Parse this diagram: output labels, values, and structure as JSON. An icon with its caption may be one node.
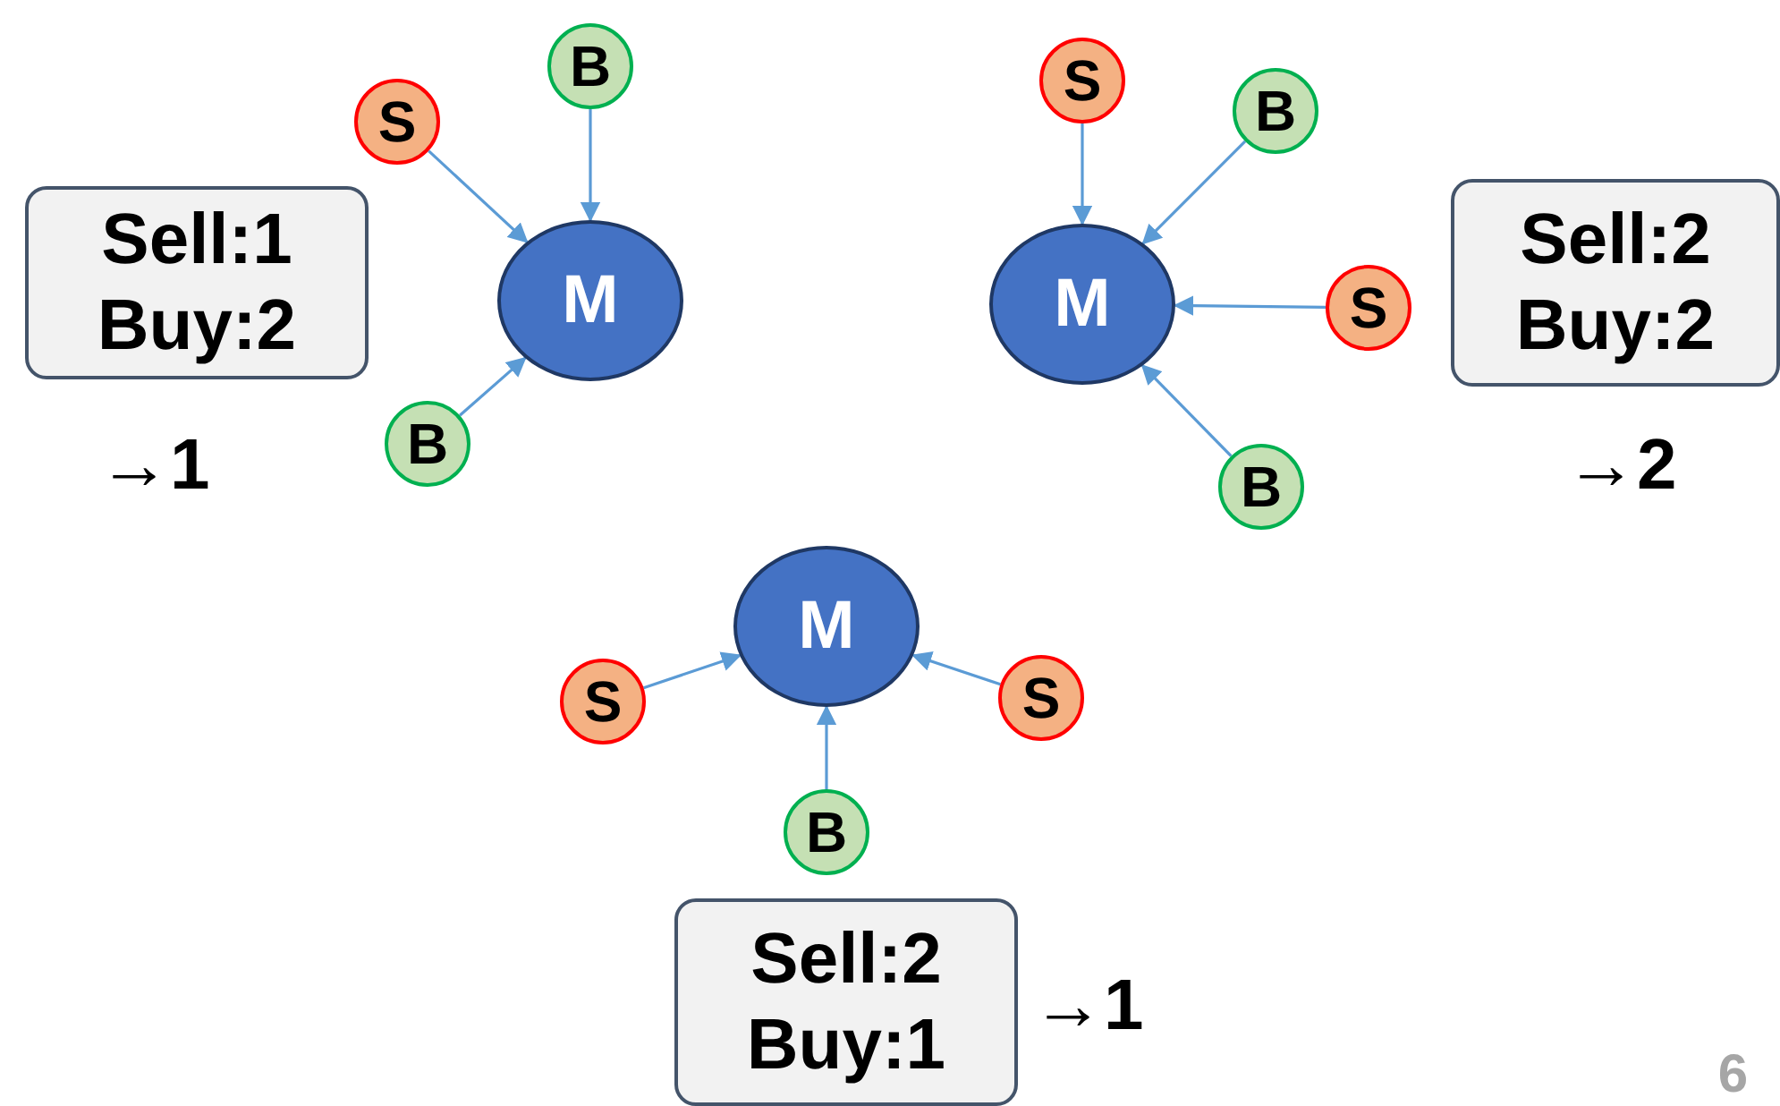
{
  "diagram": {
    "nodes": [
      {
        "text": [
          "Sell:1",
          "Buy:2"
        ],
        "beside": [
          "→1"
        ]
      },
      {
        "text": [
          "S"
        ]
      },
      {
        "text": [
          "B"
        ]
      },
      {
        "text": [
          "M"
        ]
      },
      {
        "text": [
          "B"
        ]
      },
      {
        "text": [
          "S"
        ]
      },
      {
        "text": [
          "B"
        ]
      },
      {
        "text": [
          "M"
        ]
      },
      {
        "text": [
          "S"
        ]
      },
      {
        "text": [
          "B"
        ]
      },
      {
        "text": [
          "Sell:2",
          "Buy:2"
        ],
        "beside": [
          "→2"
        ]
      },
      {
        "text": [
          "M"
        ]
      },
      {
        "text": [
          "S"
        ]
      },
      {
        "text": [
          "S"
        ]
      },
      {
        "text": [
          "B"
        ]
      },
      {
        "text": [
          "Sell:2",
          "Buy:1"
        ],
        "beside": [
          "→1"
        ]
      }
    ],
    "edges": [
      {
        "from": 1,
        "to": 3,
        "arrow": "to"
      },
      {
        "from": 2,
        "to": 3,
        "arrow": "to"
      },
      {
        "from": 4,
        "to": 3,
        "arrow": "to"
      },
      {
        "from": 5,
        "to": 7,
        "arrow": "to"
      },
      {
        "from": 6,
        "to": 7,
        "arrow": "to"
      },
      {
        "from": 8,
        "to": 7,
        "arrow": "to"
      },
      {
        "from": 9,
        "to": 7,
        "arrow": "to"
      },
      {
        "from": 12,
        "to": 11,
        "arrow": "to"
      },
      {
        "from": 13,
        "to": 11,
        "arrow": "to"
      },
      {
        "from": 14,
        "to": 11,
        "arrow": "to"
      }
    ],
    "labels": [
      "6"
    ]
  }
}
